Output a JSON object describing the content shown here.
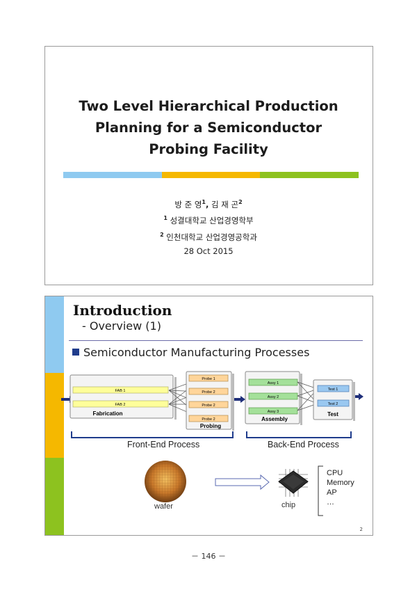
{
  "slide1": {
    "title_lines": [
      "Two Level Hierarchical Production",
      "Planning for a Semiconductor",
      "Probing Facility"
    ],
    "color_bar": [
      "#8fcaf0",
      "#f5b800",
      "#8dc21f"
    ],
    "authors": {
      "name1": "방 준 영",
      "sup1": "1",
      "sep": ",",
      "name2": " 김 재 곤",
      "sup2": "2",
      "aff1_sup": "1",
      "aff1": " 성결대학교 산업경영학부",
      "aff2_sup": "2",
      "aff2": " 인천대학교 산업경영공학과",
      "date": "28 Oct 2015"
    }
  },
  "slide2": {
    "heading": "Introduction",
    "subheading": "- Overview (1)",
    "bullet": "Semiconductor Manufacturing Processes",
    "sidebar_colors": [
      "#8fcaf0",
      "#f5b800",
      "#8dc21f"
    ],
    "diagram": {
      "fab_items": [
        "FAB 1",
        "FAB 2"
      ],
      "fabrication_label": "Fabrication",
      "probe_items": [
        "Probe 1",
        "Probe 2",
        "Probe 2",
        "Probe 2"
      ],
      "probing_label": "Probing",
      "assy_items": [
        "Assy 1",
        "Assy 2",
        "Assy 3"
      ],
      "assembly_label": "Assembly",
      "test_items": [
        "Test 1",
        "Test 2"
      ],
      "test_label": "Test",
      "front_end_label": "Front-End Process",
      "back_end_label": "Back-End Process"
    },
    "wafer_label": "wafer",
    "chip_label": "chip",
    "chip_list": [
      "CPU",
      "Memory",
      "AP",
      "…"
    ],
    "slide_number": "2"
  },
  "page_number": "－ 146 －"
}
